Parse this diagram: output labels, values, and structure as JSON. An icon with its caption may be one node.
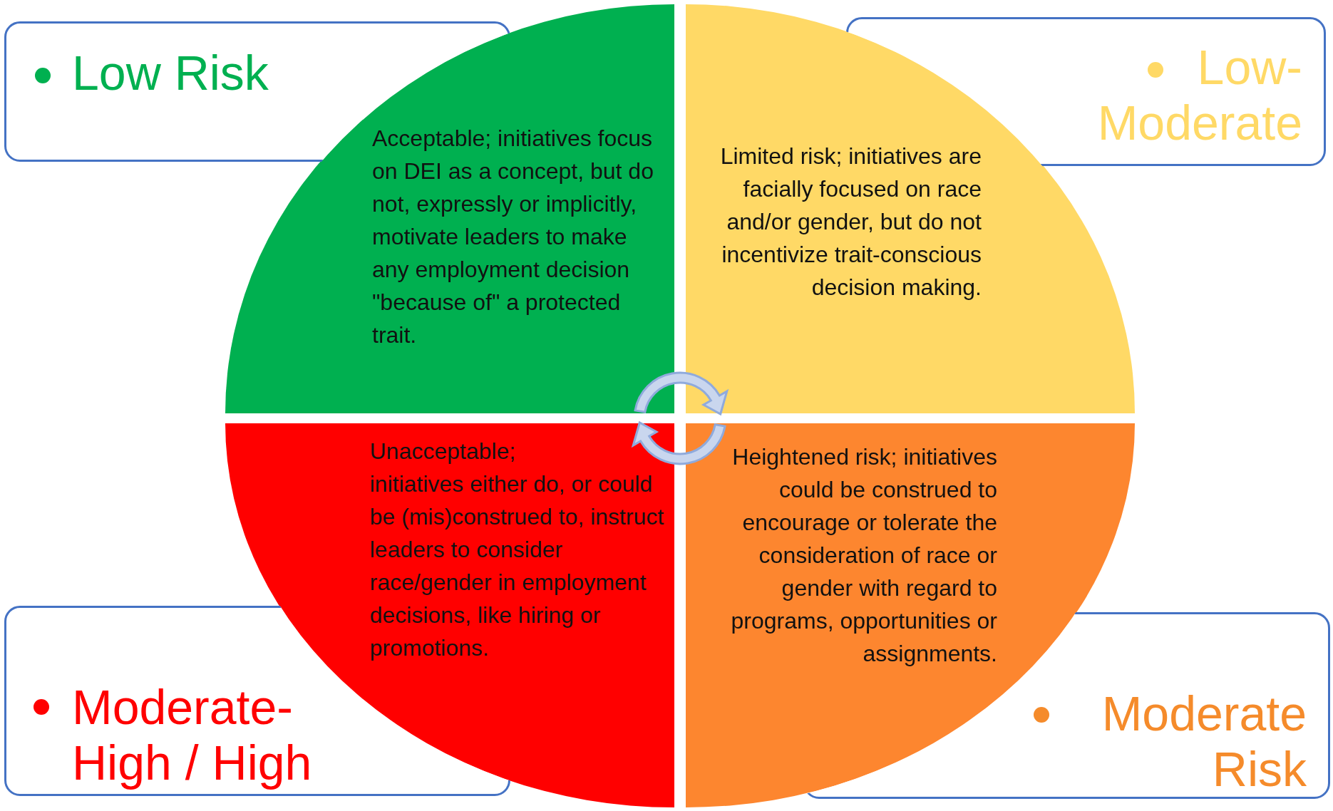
{
  "diagram": {
    "nodes": [
      {
        "text": [
          "Low Risk"
        ]
      },
      {
        "text": [
          "Low-Moderate"
        ]
      },
      {
        "text": [
          "Acceptable; initiatives focus on DEI as a concept, but do not, expressly or implicitly, motivate leaders to make any employment decision \"because of\" a protected trait."
        ]
      },
      {
        "text": [
          "Limited risk; initiatives are facially focused on race and/or gender, but do not incentivize trait-conscious decision making."
        ]
      },
      {
        "text": [
          "Unacceptable; initiatives either do, or could be (mis)construed to, instruct leaders to consider race/gender in employment decisions, like hiring or promotions."
        ]
      },
      {
        "text": [
          "Heightened risk; initiatives could be construed to encourage or tolerate the consideration of race or gender with regard to programs, opportunities or assignments."
        ]
      },
      {
        "text": [
          "Moderate-High / High"
        ]
      },
      {
        "text": [
          "Moderate Risk"
        ]
      }
    ]
  }
}
